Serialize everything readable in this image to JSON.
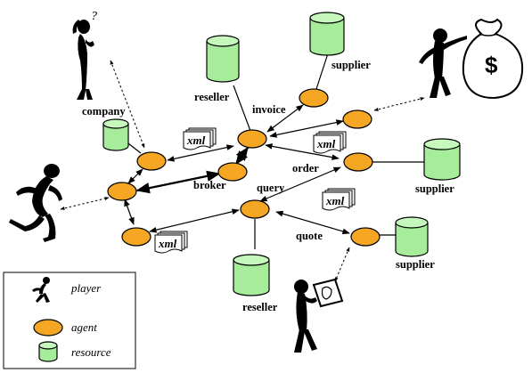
{
  "labels": {
    "company": "company",
    "reseller_top": "reseller",
    "supplier_top": "supplier",
    "invoice": "invoice",
    "broker": "broker",
    "query": "query",
    "order": "order",
    "supplier_mid": "supplier",
    "quote": "quote",
    "supplier_bottom": "supplier",
    "reseller_bottom": "reseller",
    "question_mark": "?",
    "dollar_sign": "$"
  },
  "documents": [
    {
      "label": "xml"
    },
    {
      "label": "xml"
    },
    {
      "label": "xml"
    },
    {
      "label": "xml"
    }
  ],
  "legend": {
    "items": [
      {
        "icon": "player-icon",
        "label": "player"
      },
      {
        "icon": "agent-icon",
        "label": "agent"
      },
      {
        "icon": "resource-icon",
        "label": "resource"
      }
    ]
  },
  "colors": {
    "agent": "#f5a623",
    "resource": "#a6ec9a",
    "resource_top": "#c6f7bd",
    "line": "#000000"
  }
}
